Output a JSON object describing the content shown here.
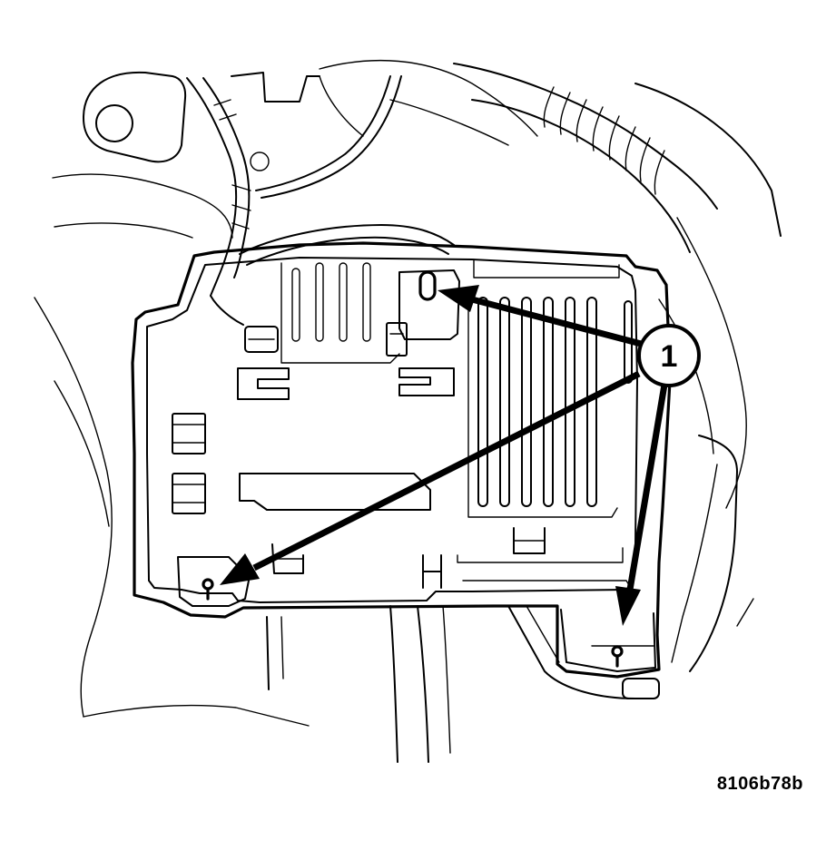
{
  "callout": {
    "number": "1",
    "targets": [
      "upper-mounting-slot",
      "lower-left-mounting-hole",
      "lower-right-mounting-hole"
    ]
  },
  "figure_code": "8106b78b",
  "colors": {
    "line": "#000000",
    "background": "#ffffff"
  }
}
